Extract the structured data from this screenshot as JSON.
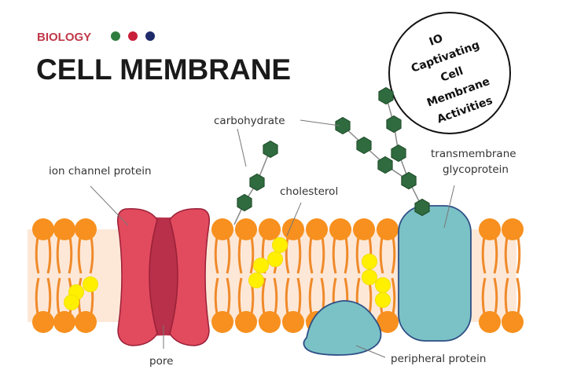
{
  "header": {
    "category": "BIOLOGY",
    "title": "CELL MEMBRANE",
    "dots": [
      {
        "name": "green",
        "color": "#2e7d3e"
      },
      {
        "name": "red",
        "color": "#c8203a"
      },
      {
        "name": "navy",
        "color": "#1f2a6b"
      }
    ],
    "category_color": "#c0394a"
  },
  "badge": {
    "lines": [
      "IO",
      "Captivating",
      "Cell",
      "Membrane",
      "Activities"
    ]
  },
  "labels": {
    "ion_channel_protein": "ion channel protein",
    "carbohydrate": "carbohydrate",
    "cholesterol": "cholesterol",
    "transmembrane_glycoprotein_line1": "transmembrane",
    "transmembrane_glycoprotein_line2": "glycoprotein",
    "pore": "pore",
    "peripheral_protein": "peripheral protein"
  },
  "colors": {
    "lipid_head": "#f7901e",
    "lipid_tail": "#f08a2a",
    "bilayer_fill": "#fde8d8",
    "channel_outer": "#e24a5e",
    "channel_inner": "#b8304a",
    "channel_stroke": "#9a2038",
    "glycoprotein": "#7bc2c6",
    "protein_stroke": "#2f4f86",
    "carbohydrate": "#2f6b3e",
    "cholesterol": "#fff000",
    "leader_line": "#777777"
  }
}
